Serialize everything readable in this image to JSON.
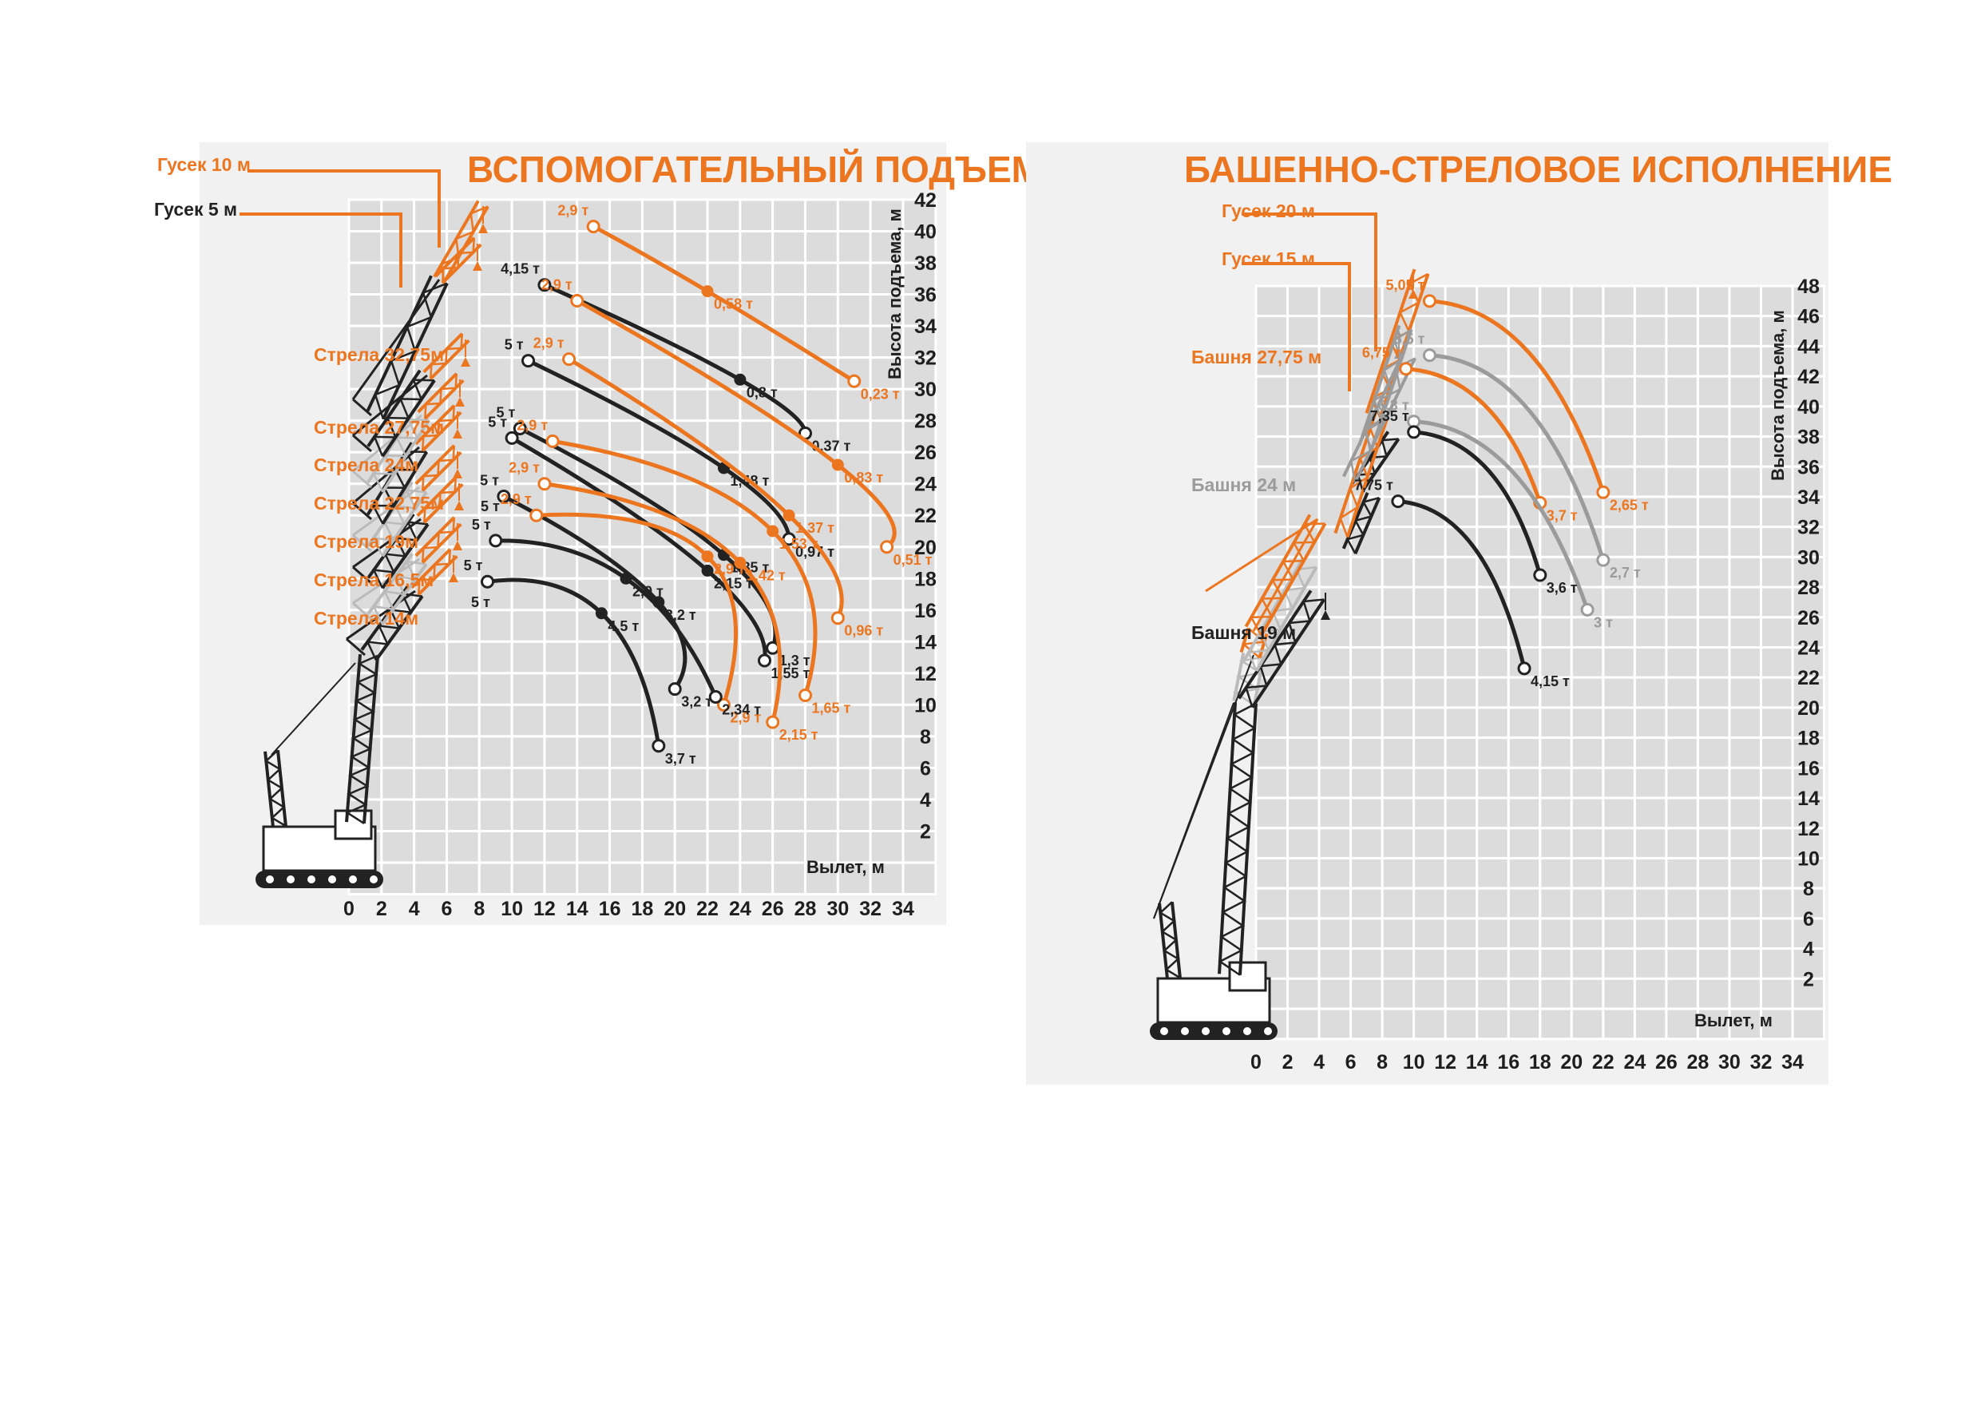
{
  "colors": {
    "orange": "#ec7620",
    "black": "#222222",
    "gray": "#9b9b9b",
    "grid": "#dcdcdc",
    "panel": "#f1f1f1"
  },
  "chart_data": [
    {
      "type": "line",
      "title": "ВСПОМОГАТЕЛЬНЫЙ ПОДЪЕМ",
      "xlabel": "Вылет, м",
      "ylabel": "Высота подъема, м",
      "xlim": [
        0,
        34
      ],
      "ylim": [
        0,
        42
      ],
      "xticks": [
        "0",
        "2",
        "4",
        "6",
        "8",
        "10",
        "12",
        "14",
        "16",
        "18",
        "20",
        "22",
        "24",
        "26",
        "28",
        "30",
        "32",
        "34"
      ],
      "yticks": [
        "2",
        "4",
        "6",
        "8",
        "10",
        "12",
        "14",
        "16",
        "18",
        "20",
        "22",
        "24",
        "26",
        "28",
        "30",
        "32",
        "34",
        "36",
        "38",
        "40",
        "42"
      ],
      "boom_labels": [
        {
          "text": "Гусек 10 м",
          "color": "orange"
        },
        {
          "text": "Гусек 5 м",
          "color": "black"
        },
        {
          "text": "Стрела 32,75м",
          "color": "orange"
        },
        {
          "text": "Стрела 27,75м",
          "color": "orange"
        },
        {
          "text": "Стрела 24м",
          "color": "orange"
        },
        {
          "text": "Стрела 22,75м",
          "color": "orange"
        },
        {
          "text": "Стрела 19м",
          "color": "orange"
        },
        {
          "text": "Стрела 16,5м",
          "color": "orange"
        },
        {
          "text": "Стрела 14м",
          "color": "orange"
        }
      ],
      "series": [
        {
          "color": "orange",
          "x": [
            15,
            22,
            31
          ],
          "y": [
            40.3,
            36.2,
            30.5
          ],
          "labels": [
            "2,9 т",
            "0,58 т",
            "0,23 т"
          ]
        },
        {
          "color": "black",
          "x": [
            12,
            24,
            28
          ],
          "y": [
            36.6,
            30.6,
            27.2
          ],
          "labels": [
            "4,15 т",
            "0,8 т",
            "0,37 т"
          ]
        },
        {
          "color": "orange",
          "x": [
            14,
            30,
            33
          ],
          "y": [
            35.6,
            25.2,
            20
          ],
          "labels": [
            "2,9 т",
            "0,83 т",
            "0,51 т"
          ]
        },
        {
          "color": "black",
          "x": [
            11,
            23,
            27
          ],
          "y": [
            31.8,
            25,
            20.5
          ],
          "labels": [
            "5 т",
            "1,48 т",
            "0,97 т"
          ]
        },
        {
          "color": "orange",
          "x": [
            13.5,
            27,
            30
          ],
          "y": [
            31.9,
            22,
            15.5
          ],
          "labels": [
            "2,9 т",
            "1,37 т",
            "0,96 т"
          ]
        },
        {
          "color": "black",
          "x": [
            10.5,
            23,
            26
          ],
          "y": [
            27.5,
            19.5,
            13.6
          ],
          "labels": [
            "5 т",
            "1,85 т",
            "1,3 т"
          ]
        },
        {
          "color": "orange",
          "x": [
            12.5,
            26,
            28
          ],
          "y": [
            26.7,
            21,
            10.6
          ],
          "labels": [
            "2,9 т",
            "1,53 т",
            "1,65 т"
          ]
        },
        {
          "color": "black",
          "x": [
            10,
            22,
            25.5
          ],
          "y": [
            26.9,
            18.5,
            12.8
          ],
          "labels": [
            "5 т",
            "2,15 т",
            "1,55 т"
          ]
        },
        {
          "color": "orange",
          "x": [
            12,
            24,
            26
          ],
          "y": [
            24,
            19,
            8.9
          ],
          "labels": [
            "2,9 т",
            "1,42 т",
            "2,15 т"
          ]
        },
        {
          "color": "black",
          "x": [
            9.5,
            19,
            20
          ],
          "y": [
            23.2,
            16.5,
            11
          ],
          "labels": [
            "5 т",
            "3,2 т",
            "3,2 т"
          ]
        },
        {
          "color": "orange",
          "x": [
            11.5,
            22,
            23
          ],
          "y": [
            22,
            19.4,
            10
          ],
          "labels": [
            "2,9 т",
            "2,9 т",
            "2,9 т"
          ]
        },
        {
          "color": "black",
          "x": [
            9,
            17,
            22.5
          ],
          "y": [
            20.4,
            18,
            10.5
          ],
          "labels": [
            "5 т",
            "2,9 т",
            "2,34 т"
          ]
        },
        {
          "color": "black",
          "x": [
            8.5,
            15.5,
            19
          ],
          "y": [
            17.8,
            15.8,
            7.4
          ],
          "labels": [
            "5 т",
            "4,5 т",
            "3,7 т"
          ]
        }
      ],
      "extra_labels": [
        "5 т",
        "5 т"
      ]
    },
    {
      "type": "line",
      "title": "БАШЕННО-СТРЕЛОВОЕ ИСПОЛНЕНИЕ",
      "xlabel": "Вылет, м",
      "ylabel": "Высота подъема, м",
      "xlim": [
        0,
        34
      ],
      "ylim": [
        0,
        48
      ],
      "xticks": [
        "0",
        "2",
        "4",
        "6",
        "8",
        "10",
        "12",
        "14",
        "16",
        "18",
        "20",
        "22",
        "24",
        "26",
        "28",
        "30",
        "32",
        "34"
      ],
      "yticks": [
        "2",
        "4",
        "6",
        "8",
        "10",
        "12",
        "14",
        "16",
        "18",
        "20",
        "22",
        "24",
        "26",
        "28",
        "30",
        "32",
        "34",
        "36",
        "38",
        "40",
        "42",
        "44",
        "46",
        "48"
      ],
      "boom_labels": [
        {
          "text": "Гусек 20 м",
          "color": "orange"
        },
        {
          "text": "Гусек 15 м",
          "color": "orange"
        },
        {
          "text": "Башня 27,75 м",
          "color": "orange"
        },
        {
          "text": "Башня 24 м",
          "color": "gray"
        },
        {
          "text": "Башня 19 м",
          "color": "black"
        }
      ],
      "series": [
        {
          "color": "orange",
          "x": [
            11,
            22
          ],
          "y": [
            47,
            34.3
          ],
          "labels": [
            "5,05 т",
            "2,65 т"
          ]
        },
        {
          "color": "gray",
          "x": [
            11,
            22
          ],
          "y": [
            43.4,
            29.8
          ],
          "labels": [
            "5,5 т",
            "2,7 т"
          ]
        },
        {
          "color": "orange",
          "x": [
            9.5,
            18
          ],
          "y": [
            42.5,
            33.6
          ],
          "labels": [
            "6,75 т",
            "3,7 т"
          ]
        },
        {
          "color": "gray",
          "x": [
            10,
            21
          ],
          "y": [
            39,
            26.5
          ],
          "labels": [
            "6,3 т",
            "3 т"
          ]
        },
        {
          "color": "black",
          "x": [
            10,
            18
          ],
          "y": [
            38.3,
            28.8
          ],
          "labels": [
            "7,35 т",
            "3,6 т"
          ]
        },
        {
          "color": "black",
          "x": [
            9,
            17
          ],
          "y": [
            33.7,
            22.6
          ],
          "labels": [
            "7,75 т",
            "4,15 т"
          ]
        }
      ]
    }
  ]
}
